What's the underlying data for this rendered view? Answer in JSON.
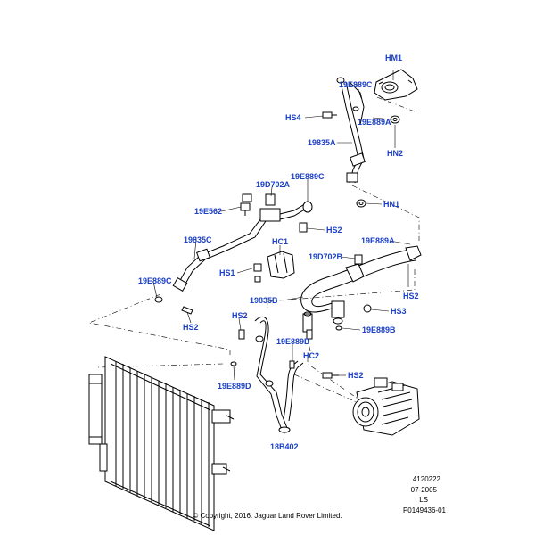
{
  "callouts": {
    "hm1": "HM1",
    "e889c_top": "19E889C",
    "hs4": "HS4",
    "e889a_top": "19E889A",
    "e835a": "19835A",
    "hn2": "HN2",
    "e889c_mid": "19E889C",
    "d702a": "19D702A",
    "e562": "19E562",
    "hn1": "HN1",
    "hs2_mid": "HS2",
    "e835c": "19835C",
    "hc1": "HC1",
    "e889a_right": "19E889A",
    "d702b": "19D702B",
    "hs1": "HS1",
    "e889c_left": "19E889C",
    "hs2_right": "HS2",
    "e835b": "19835B",
    "hs3": "HS3",
    "hs2_left": "HS2",
    "hs2_center": "HS2",
    "e889b": "19E889B",
    "e889d_center": "19E889D",
    "hc2": "HC2",
    "hs2_low": "HS2",
    "e889d_left": "19E889D",
    "b402": "18B402"
  },
  "meta": {
    "ref1": "4120222",
    "date": "07-2005",
    "code": "LS",
    "part_no": "P0149436-01"
  },
  "copyright": "© Copyright, 2016. Jaguar Land Rover Limited.",
  "colors": {
    "callout": "#1a3fc4",
    "line": "#000000"
  }
}
